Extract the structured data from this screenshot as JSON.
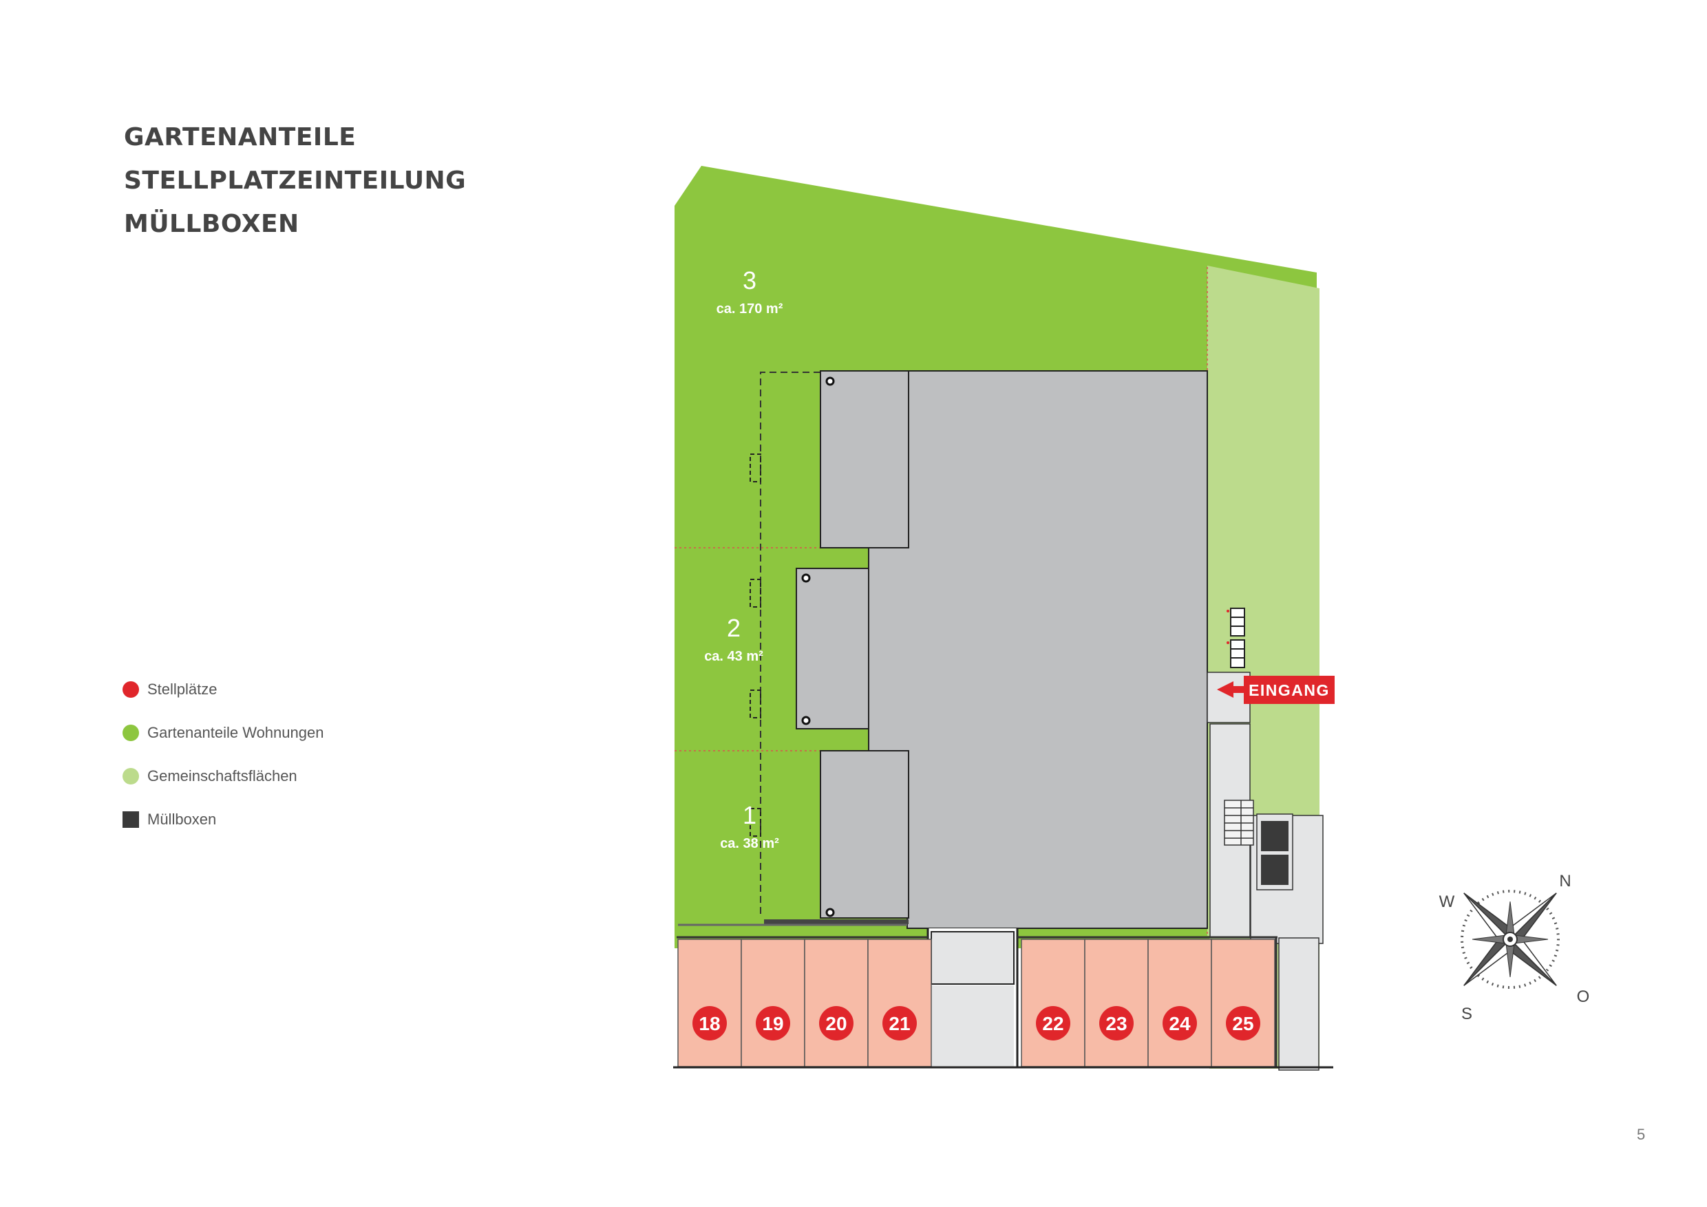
{
  "heading": {
    "line1": "GARTENANTEILE",
    "line2": "STELLPLATZEINTEILUNG",
    "line3": "MÜLLBOXEN"
  },
  "legend": [
    {
      "label": "Stellplätze",
      "shape": "dot",
      "color": "#e0262b"
    },
    {
      "label": "Gartenanteile Wohnungen",
      "shape": "dot",
      "color": "#8dc63f"
    },
    {
      "label": "Gemeinschaftsflächen",
      "shape": "dot",
      "color": "#bcdb8c"
    },
    {
      "label": "Müllboxen",
      "shape": "square",
      "color": "#3a3a3a"
    }
  ],
  "gardens": [
    {
      "number": "3",
      "area": "ca. 170 m²"
    },
    {
      "number": "2",
      "area": "ca. 43 m²"
    },
    {
      "number": "1",
      "area": "ca. 38 m²"
    }
  ],
  "parking_spots": [
    "18",
    "19",
    "20",
    "21",
    "22",
    "23",
    "24",
    "25"
  ],
  "entrance_label": "EINGANG",
  "compass": {
    "north": "N",
    "east": "O",
    "south": "S",
    "west": "W"
  },
  "colors": {
    "garden": "#8dc63f",
    "common": "#bcdb8c",
    "building": "#bebfc1",
    "parking": "#f7bba7",
    "marker": "#e0262b",
    "path": "#e4e5e6"
  },
  "page_number": "5"
}
